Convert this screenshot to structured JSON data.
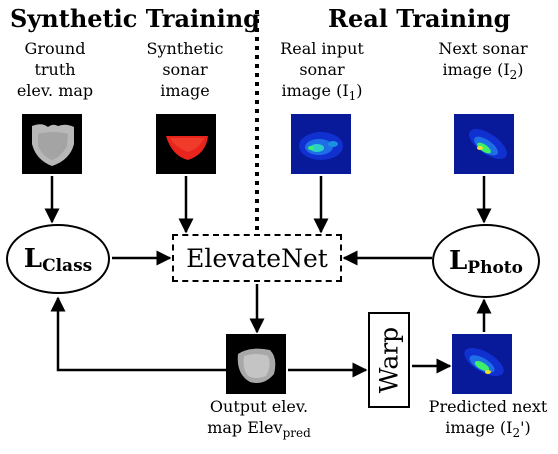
{
  "headers": {
    "synthetic": "Synthetic  Training",
    "real": "Real Training"
  },
  "labels": {
    "ground_truth": [
      "Ground",
      "truth",
      "elev. map"
    ],
    "synthetic_sonar": [
      "Synthetic",
      "sonar",
      "image"
    ],
    "real_input": [
      "Real input",
      "sonar",
      "image (I",
      "1",
      ")"
    ],
    "next_sonar": [
      "Next sonar",
      "image (I",
      "2",
      ")"
    ],
    "output": [
      "Output elev.",
      "map Elev",
      "pred"
    ],
    "predicted": [
      "Predicted next",
      "image (I",
      "2",
      "')"
    ]
  },
  "nodes": {
    "loss_class": {
      "main": "L",
      "sub": "Class"
    },
    "loss_photo": {
      "main": "L",
      "sub": "Photo"
    },
    "network": "ElevateNet",
    "warp": "Warp"
  },
  "colors": {
    "elevation_gray": "#b8b8b8",
    "sonar_red": "#e8241c",
    "sonar_blue_bg": "#081a9a",
    "sonar_hot": "#3cf06a"
  }
}
